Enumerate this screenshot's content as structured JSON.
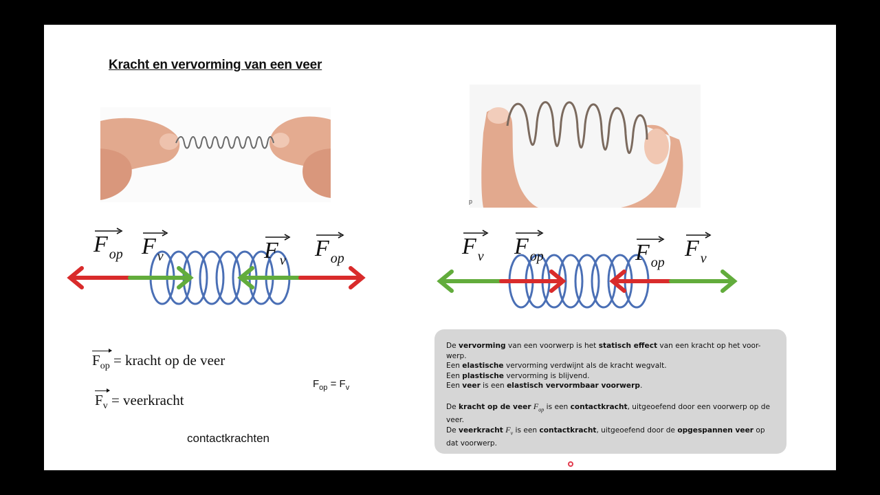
{
  "slide": {
    "title": "Kracht en vervorming van een veer",
    "formula_fop": {
      "sym": "F",
      "sub": "op",
      "text": " = kracht op de veer"
    },
    "formula_fv": {
      "sym": "F",
      "sub": "v",
      "text": " = veerkracht"
    },
    "equality": {
      "a": "F",
      "a_sub": "op",
      "eq": " = ",
      "b": "F",
      "b_sub": "v"
    },
    "contact_label": "contactkrachten",
    "tiny_mark": "p"
  },
  "diagram_left": {
    "labels": [
      {
        "sym": "F",
        "sub": "op"
      },
      {
        "sym": "F",
        "sub": "v"
      },
      {
        "sym": "F",
        "sub": "v"
      },
      {
        "sym": "F",
        "sub": "op"
      }
    ]
  },
  "diagram_right": {
    "labels": [
      {
        "sym": "F",
        "sub": "v"
      },
      {
        "sym": "F",
        "sub": "op"
      },
      {
        "sym": "F",
        "sub": "op"
      },
      {
        "sym": "F",
        "sub": "v"
      }
    ]
  },
  "infobox": {
    "p1_l1a": "De ",
    "p1_l1b": "vervorming",
    "p1_l1c": " van een voorwerp is het ",
    "p1_l1d": "statisch effect",
    "p1_l1e": " van een kracht op het voor-",
    "p1_l2": "werp.",
    "p1_l3a": "Een ",
    "p1_l3b": "elastische",
    "p1_l3c": " vervorming verdwijnt als de kracht wegvalt.",
    "p1_l4a": "Een ",
    "p1_l4b": "plastische",
    "p1_l4c": " vervorming is blijvend.",
    "p1_l5a": "Een ",
    "p1_l5b": "veer",
    "p1_l5c": " is een ",
    "p1_l5d": "elastisch vervormbaar voorwerp",
    "p1_l5e": ".",
    "p2_l1a": "De ",
    "p2_l1b": "kracht op de veer",
    "p2_l1c": " is een ",
    "p2_l1d": "contactkracht",
    "p2_l1e": ", uitgeoefend door een voorwerp op de",
    "p2_l2": "veer.",
    "p2_l3a": "De ",
    "p2_l3b": "veerkracht",
    "p2_l3c": " is een ",
    "p2_l3d": "contactkracht",
    "p2_l3e": ", uitgeoefend door de ",
    "p2_l3f": "opgespannen veer",
    "p2_l3g": " op",
    "p2_l4": "dat voorwerp.",
    "sym_op": "F",
    "sub_op": "op",
    "sym_v": "F",
    "sub_v": "v"
  },
  "colors": {
    "red": "#d92b2b",
    "green": "#62ac3c",
    "coil": "#4a6fb5",
    "box": "#d6d6d6"
  }
}
